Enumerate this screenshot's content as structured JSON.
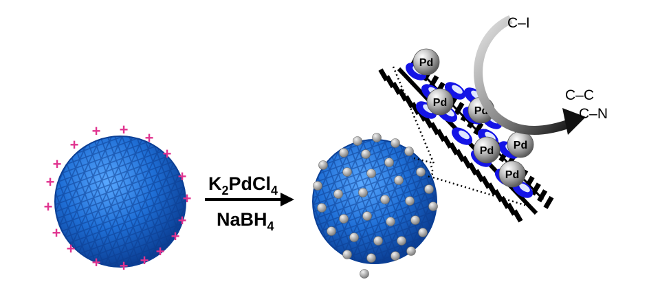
{
  "reagent": {
    "top": "K",
    "top_sub": "2",
    "top_rest": "PdCl",
    "top_sub2": "4",
    "bottom": "NaBH",
    "bottom_sub": "4"
  },
  "pd_label": "Pd",
  "reaction": {
    "input": "C–I",
    "output_1": "C–C",
    "output_2": "C–N"
  },
  "colors": {
    "sphere": "#1f6fd6",
    "charge": "#e0338f",
    "pd": "#9a9a9a",
    "ring": "#1414e6"
  },
  "icons": [
    "plus-charge",
    "palladium-nanoparticle",
    "reaction-arrow",
    "curved-arrow"
  ]
}
